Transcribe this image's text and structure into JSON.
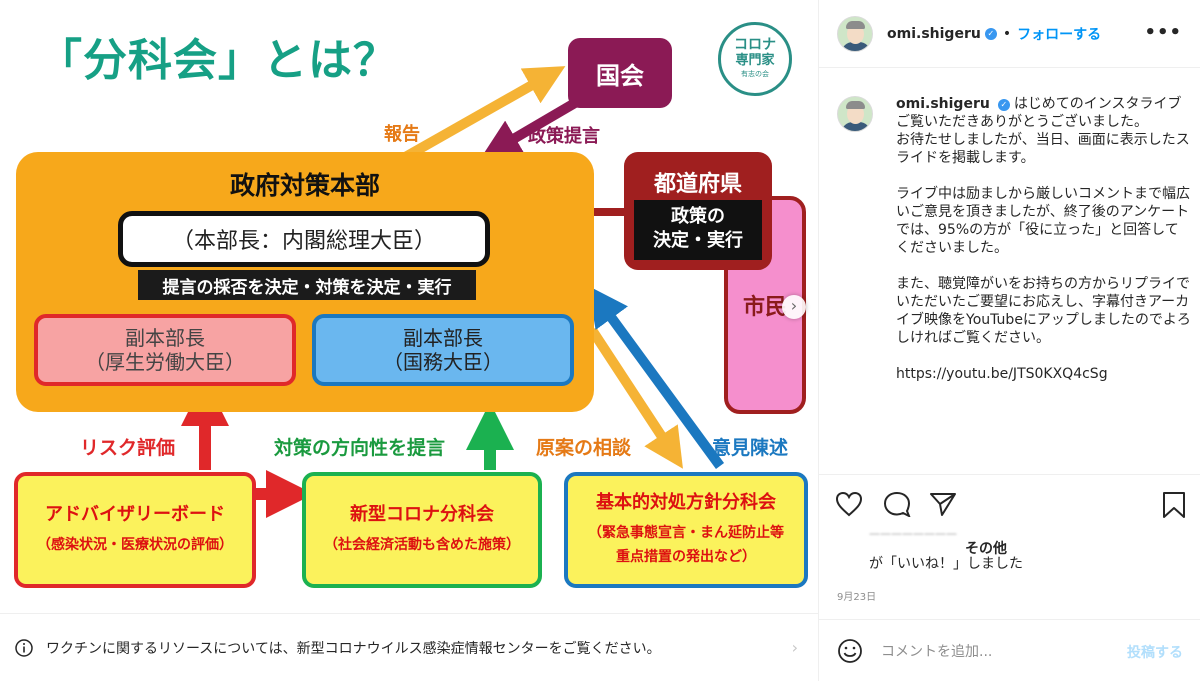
{
  "slide": {
    "title": "「分科会」とは？",
    "logo_line1": "コロナ",
    "logo_line2": "専門家",
    "logo_line3": "有志の会",
    "kokkai": "国会",
    "label_houkoku": "報告",
    "label_seisaku_teigen": "政策提言",
    "honbu_title": "政府対策本部",
    "honbu_chief": "（本部長：内閣総理大臣）",
    "honbu_action": "提言の採否を決定・対策を決定・実行",
    "vice1_line1": "副本部長",
    "vice1_line2": "（厚生労働大臣）",
    "vice2_line1": "副本部長",
    "vice2_line2": "（国務大臣）",
    "todo_title": "都道府県",
    "todo_line1": "政策の",
    "todo_line2": "決定・実行",
    "shimin": "市民",
    "label_risk": "リスク評価",
    "label_houkousei": "対策の方向性を提言",
    "label_gen_an": "原案の相談",
    "label_iken": "意見陳述",
    "adv_main": "アドバイザリーボード",
    "adv_sub": "（感染状況・医療状況の評価）",
    "shingata_main": "新型コロナ分科会",
    "shingata_sub": "（社会経済活動も含めた施策）",
    "kihon_main": "基本的対処方針分科会",
    "kihon_sub1": "（緊急事態宣言・まん延防止等",
    "kihon_sub2": "重点措置の発出など）"
  },
  "vaccine_banner": {
    "text": "ワクチンに関するリソースについては、新型コロナウイルス感染症情報センターをご覧ください。"
  },
  "header": {
    "username": "omi.shigeru",
    "separator": "•",
    "follow_label": "フォローする",
    "more_label": "•••"
  },
  "caption": {
    "username": "omi.shigeru",
    "p1": "はじめてのインスタライブご覧いただきありがとうございました。\nお待たせしましたが、当日、画面に表示したスライドを掲載します。",
    "p2": "ライブ中は励ましから厳しいコメントまで幅広いご意見を頂きましたが、終了後のアンケートでは、95%の方が「役に立った」と回答してくださいました。",
    "p3": "また、聴覚障がいをお持ちの方からリプライでいただいたご要望にお応えし、字幕付きアーカイブ映像をYouTubeにアップしましたのでよろしければご覧ください。",
    "link": "https://youtu.be/JTS0KXQ4cSg"
  },
  "likes": {
    "others_label": "その他",
    "suffix": "が「いいね！」しました"
  },
  "date": "9月23日",
  "comment": {
    "placeholder": "コメントを追加...",
    "post_label": "投稿する"
  },
  "colors": {
    "accent_blue": "#0095f6",
    "title_green": "#16a085",
    "honbu_orange": "#f7a81b",
    "kokkai_maroon": "#8b1a55"
  }
}
